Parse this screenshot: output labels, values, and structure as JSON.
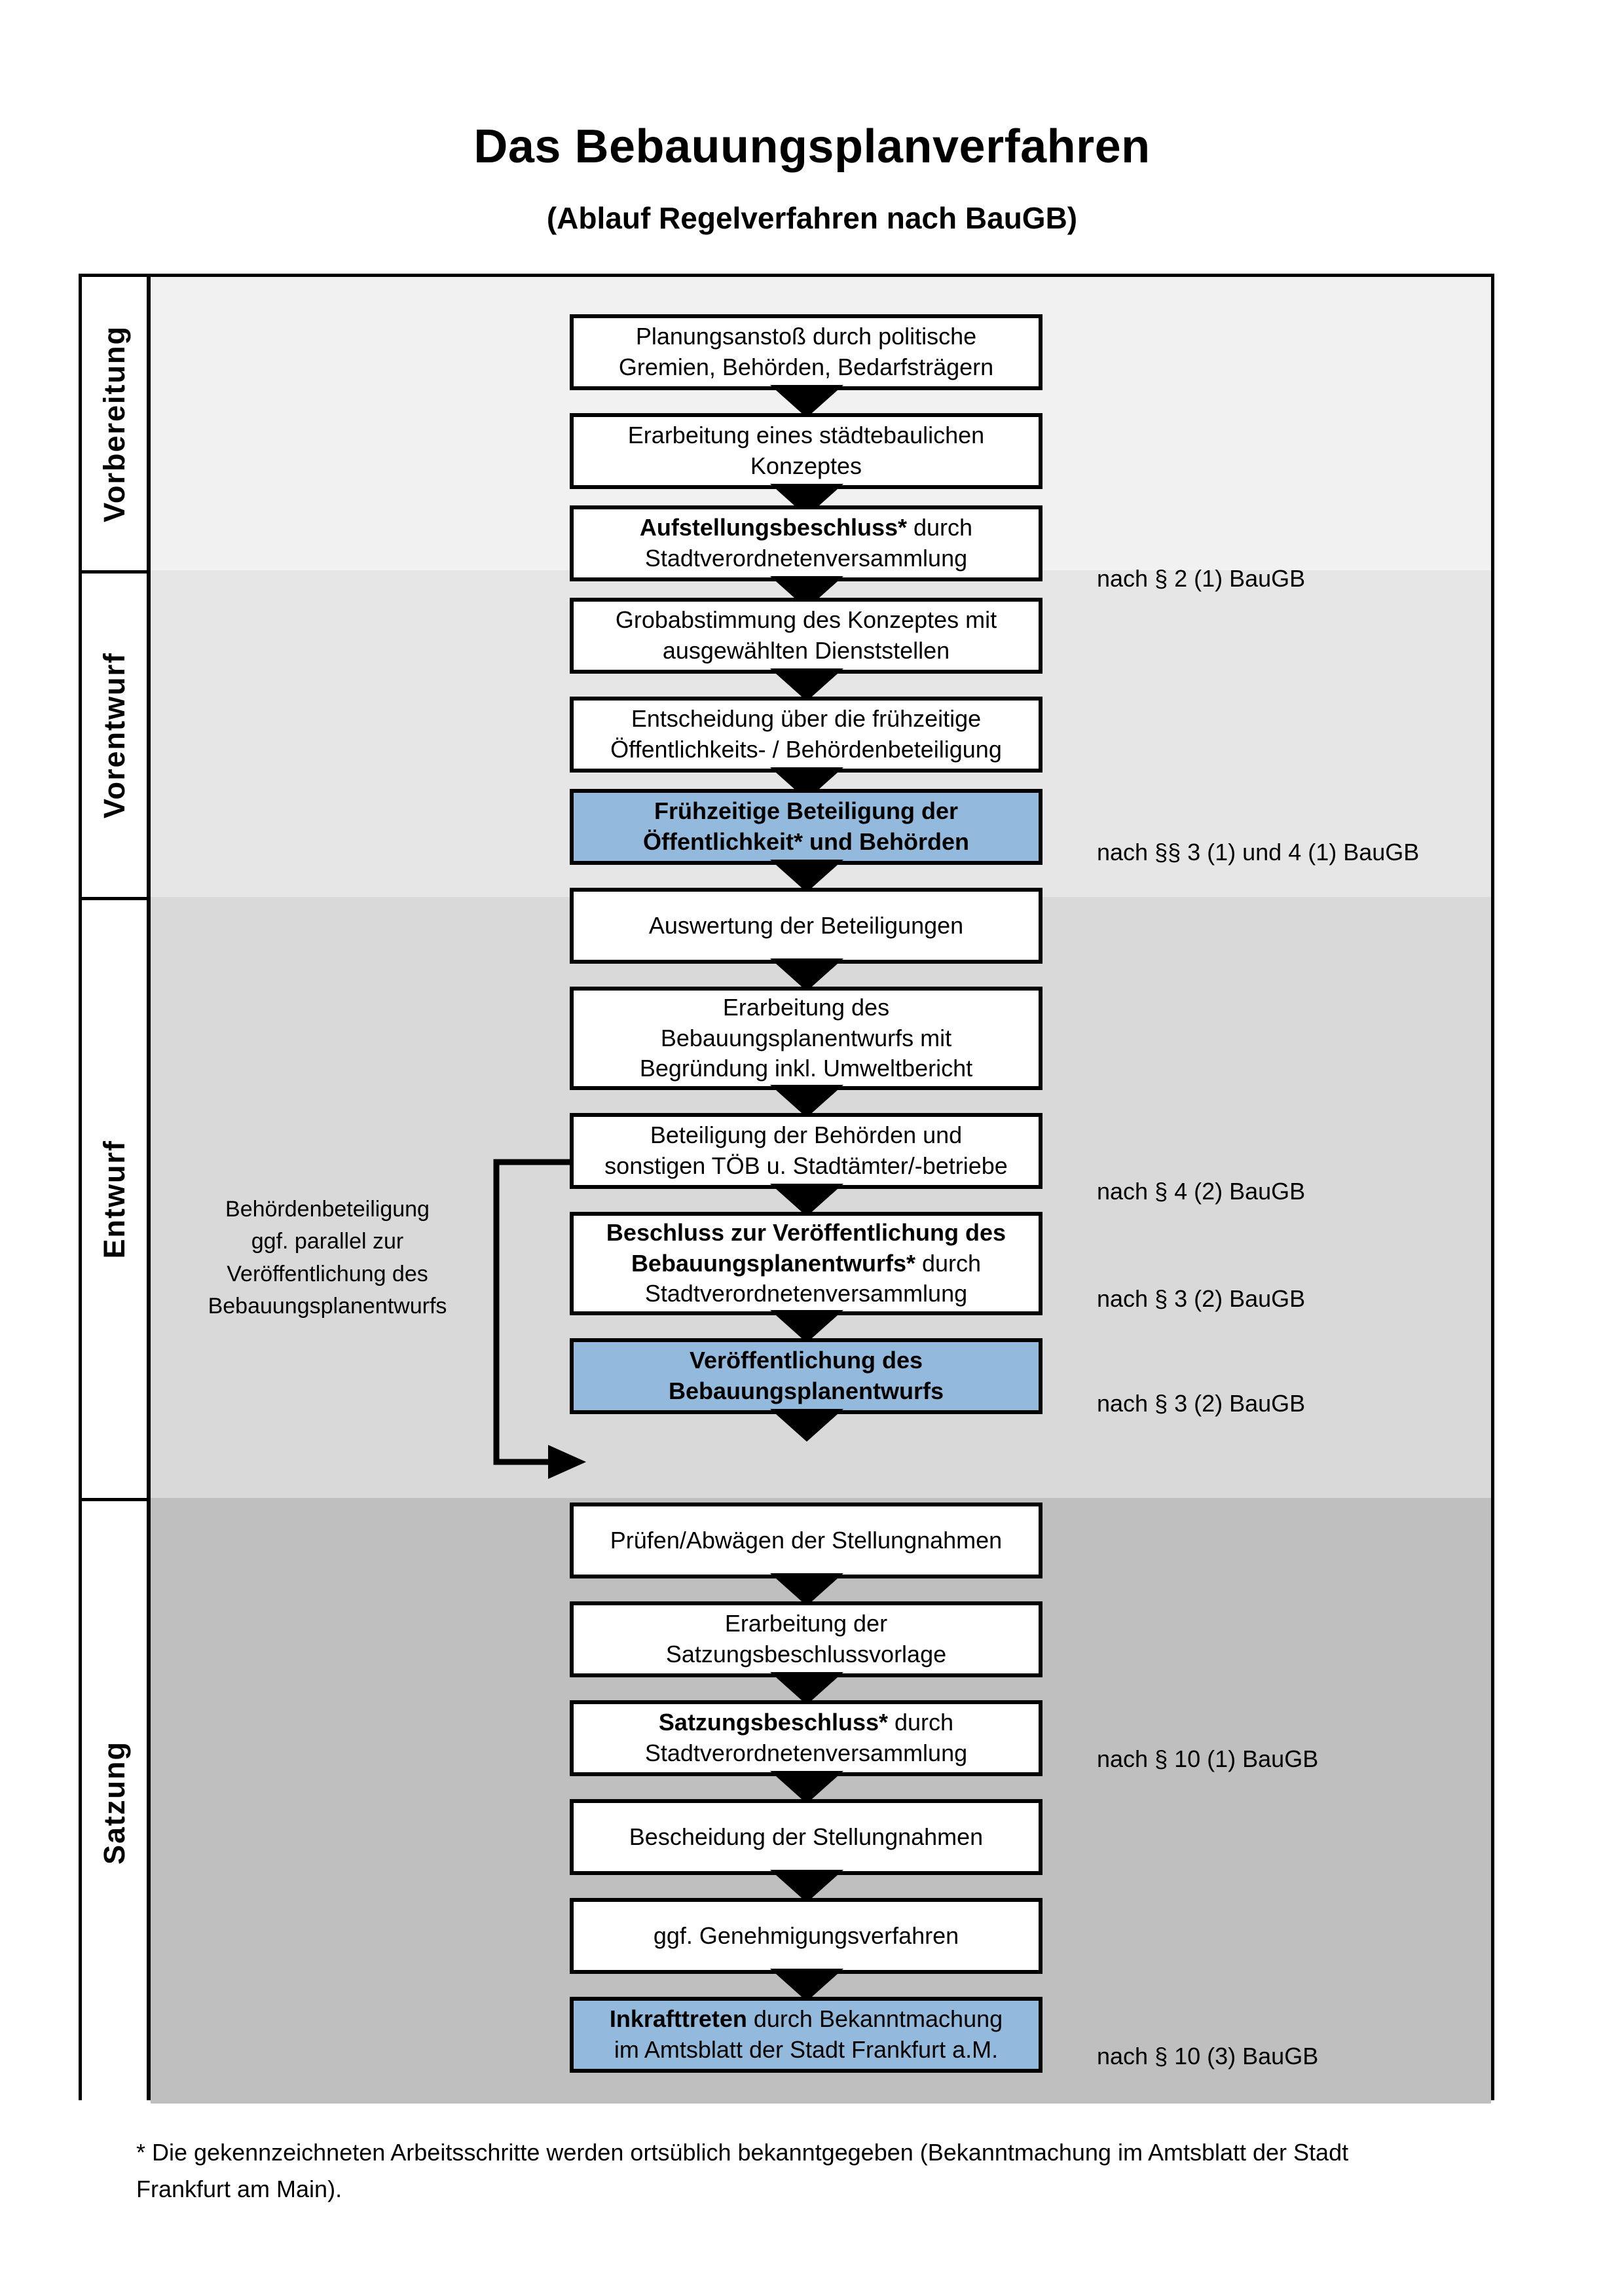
{
  "title": {
    "main": "Das Bebauungsplanverfahren",
    "sub": "(Ablauf Regelverfahren nach BauGB)"
  },
  "colors": {
    "highlight_box": "#93b9dc",
    "band_vorbereitung": "#f1f1f1",
    "band_vorentwurf": "#e6e6e6",
    "band_entwurf": "#d9d9d9",
    "band_satzung": "#bfbfbf",
    "line": "#000000"
  },
  "phases": [
    {
      "id": "vorbereitung",
      "label": "Vorbereitung",
      "band_color": "#f1f1f1"
    },
    {
      "id": "vorentwurf",
      "label": "Vorentwurf",
      "band_color": "#e6e6e6"
    },
    {
      "id": "entwurf",
      "label": "Entwurf",
      "band_color": "#d9d9d9"
    },
    {
      "id": "satzung",
      "label": "Satzung",
      "band_color": "#bfbfbf"
    }
  ],
  "steps": [
    {
      "id": "planungsanstoss",
      "phase": "vorbereitung",
      "highlight": false,
      "lines": [
        "Planungsanstoß durch politische",
        "Gremien, Behörden, Bedarfsträgern"
      ],
      "bold_lead": ""
    },
    {
      "id": "staedtebauliches-konzept",
      "phase": "vorbereitung",
      "highlight": false,
      "lines": [
        "Erarbeitung eines städtebaulichen",
        "Konzeptes"
      ],
      "bold_lead": ""
    },
    {
      "id": "aufstellungsbeschluss",
      "phase": "vorbereitung",
      "highlight": false,
      "lines": [
        "Aufstellungsbeschluss* durch",
        "Stadtverordnetenversammlung"
      ],
      "bold_lead": "Aufstellungsbeschluss*"
    },
    {
      "id": "grobabstimmung",
      "phase": "vorentwurf",
      "highlight": false,
      "lines": [
        "Grobabstimmung des Konzeptes mit",
        "ausgewählten Dienststellen"
      ],
      "bold_lead": ""
    },
    {
      "id": "entscheidung-fruehzeitige",
      "phase": "vorentwurf",
      "highlight": false,
      "lines": [
        "Entscheidung über die frühzeitige",
        "Öffentlichkeits- / Behördenbeteiligung"
      ],
      "bold_lead": ""
    },
    {
      "id": "fruehzeitige-beteiligung",
      "phase": "vorentwurf",
      "highlight": true,
      "lines": [
        "Frühzeitige Beteiligung der",
        "Öffentlichkeit* und Behörden"
      ],
      "bold_lead": "ALL"
    },
    {
      "id": "auswertung-beteiligungen",
      "phase": "entwurf",
      "highlight": false,
      "lines": [
        "Auswertung der Beteiligungen"
      ],
      "bold_lead": ""
    },
    {
      "id": "erarbeitung-bplan-entwurf",
      "phase": "entwurf",
      "highlight": false,
      "lines": [
        "Erarbeitung des",
        "Bebauungsplanentwurfs mit",
        "Begründung inkl. Umweltbericht"
      ],
      "bold_lead": ""
    },
    {
      "id": "beteiligung-behoerden-toeb",
      "phase": "entwurf",
      "highlight": false,
      "lines": [
        "Beteiligung der Behörden und",
        "sonstigen TÖB u. Stadtämter/-betriebe"
      ],
      "bold_lead": ""
    },
    {
      "id": "beschluss-veroeffentlichung",
      "phase": "entwurf",
      "highlight": false,
      "lines": [
        "Beschluss zur Veröffentlichung des",
        "Bebauungsplanentwurfs* durch",
        "Stadtverordnetenversammlung"
      ],
      "bold_lead": "Beschluss zur Veröffentlichung des Bebauungsplanentwurfs*"
    },
    {
      "id": "veroeffentlichung-bplan",
      "phase": "entwurf",
      "highlight": true,
      "lines": [
        "Veröffentlichung des",
        "Bebauungsplanentwurfs"
      ],
      "bold_lead": "ALL"
    },
    {
      "id": "pruefen-abwaegen",
      "phase": "satzung",
      "highlight": false,
      "lines": [
        "Prüfen/Abwägen der Stellungnahmen"
      ],
      "bold_lead": ""
    },
    {
      "id": "satzungsbeschlussvorlage",
      "phase": "satzung",
      "highlight": false,
      "lines": [
        "Erarbeitung der",
        "Satzungsbeschlussvorlage"
      ],
      "bold_lead": ""
    },
    {
      "id": "satzungsbeschluss",
      "phase": "satzung",
      "highlight": false,
      "lines": [
        "Satzungsbeschluss* durch",
        "Stadtverordnetenversammlung"
      ],
      "bold_lead": "Satzungsbeschluss*"
    },
    {
      "id": "bescheidung-stellungnahmen",
      "phase": "satzung",
      "highlight": false,
      "lines": [
        "Bescheidung der Stellungnahmen"
      ],
      "bold_lead": ""
    },
    {
      "id": "genehmigungsverfahren",
      "phase": "satzung",
      "highlight": false,
      "lines": [
        "ggf. Genehmigungsverfahren"
      ],
      "bold_lead": ""
    },
    {
      "id": "inkrafttreten",
      "phase": "satzung",
      "highlight": true,
      "lines": [
        "Inkrafttreten durch Bekanntmachung",
        "im Amtsblatt der Stadt Frankfurt a.M."
      ],
      "bold_lead": "Inkrafttreten"
    }
  ],
  "step_text": {
    "planungsanstoss_l1": "Planungsanstoß durch politische",
    "planungsanstoss_l2": "Gremien, Behörden, Bedarfsträgern",
    "konzept_l1": "Erarbeitung eines städtebaulichen",
    "konzept_l2": "Konzeptes",
    "aufstellung_bold": "Aufstellungsbeschluss*",
    "aufstellung_rest": " durch",
    "aufstellung_l2": "Stadtverordnetenversammlung",
    "grobabstimmung_l1": "Grobabstimmung des Konzeptes mit",
    "grobabstimmung_l2": "ausgewählten Dienststellen",
    "entscheidung_l1": "Entscheidung über die frühzeitige",
    "entscheidung_l2": "Öffentlichkeits- / Behördenbeteiligung",
    "fruehzeitige_l1": "Frühzeitige Beteiligung der",
    "fruehzeitige_l2": "Öffentlichkeit* und Behörden",
    "auswertung_l1": "Auswertung der Beteiligungen",
    "erarbeitung_l1": "Erarbeitung des",
    "erarbeitung_l2": "Bebauungsplanentwurfs mit",
    "erarbeitung_l3": "Begründung inkl. Umweltbericht",
    "toeb_l1": "Beteiligung der Behörden und",
    "toeb_l2": "sonstigen TÖB u. Stadtämter/-betriebe",
    "beschluss_bold_l1": "Beschluss zur Veröffentlichung des",
    "beschluss_bold_l2": "Bebauungsplanentwurfs*",
    "beschluss_rest_l2": " durch",
    "beschluss_l3": "Stadtverordnetenversammlung",
    "veroeff_l1": "Veröffentlichung des",
    "veroeff_l2": "Bebauungsplanentwurfs",
    "pruefen_l1": "Prüfen/Abwägen der Stellungnahmen",
    "satzungsvorlage_l1": "Erarbeitung der",
    "satzungsvorlage_l2": "Satzungsbeschlussvorlage",
    "satzungsbeschluss_bold": "Satzungsbeschluss*",
    "satzungsbeschluss_rest": " durch",
    "satzungsbeschluss_l2": "Stadtverordnetenversammlung",
    "bescheidung_l1": "Bescheidung der Stellungnahmen",
    "genehmigung_l1": "ggf. Genehmigungsverfahren",
    "inkrafttreten_bold": "Inkrafttreten",
    "inkrafttreten_rest": " durch Bekanntmachung",
    "inkrafttreten_l2": "im Amtsblatt der Stadt Frankfurt a.M."
  },
  "legal_refs": [
    {
      "id": "ref-par2-1",
      "text": "nach § 2 (1) BauGB",
      "for_step": "aufstellungsbeschluss"
    },
    {
      "id": "ref-par3-4-1",
      "text": "nach §§ 3 (1) und 4 (1) BauGB",
      "for_step": "fruehzeitige-beteiligung"
    },
    {
      "id": "ref-par4-2",
      "text": "nach § 4 (2) BauGB",
      "for_step": "beteiligung-behoerden-toeb"
    },
    {
      "id": "ref-par3-2a",
      "text": "nach § 3 (2) BauGB",
      "for_step": "beschluss-veroeffentlichung"
    },
    {
      "id": "ref-par3-2b",
      "text": "nach § 3 (2) BauGB",
      "for_step": "veroeffentlichung-bplan"
    },
    {
      "id": "ref-par10-1",
      "text": "nach § 10 (1) BauGB",
      "for_step": "satzungsbeschluss"
    },
    {
      "id": "ref-par10-3",
      "text": "nach § 10 (3) BauGB",
      "for_step": "inkrafttreten"
    }
  ],
  "side_note": {
    "lines": [
      "Behördenbeteiligung",
      "ggf. parallel zur",
      "Veröffentlichung des",
      "Bebauungsplanentwurfs"
    ],
    "l1": "Behördenbeteiligung",
    "l2": "ggf. parallel zur",
    "l3": "Veröffentlichung des",
    "l4": "Bebauungsplanentwurfs"
  },
  "footnote": {
    "line1": "* Die gekennzeichneten Arbeitsschritte werden ortsüblich bekanntgegeben (Bekanntmachung im Amtsblatt  der Stadt",
    "line2": "Frankfurt am Main)."
  }
}
